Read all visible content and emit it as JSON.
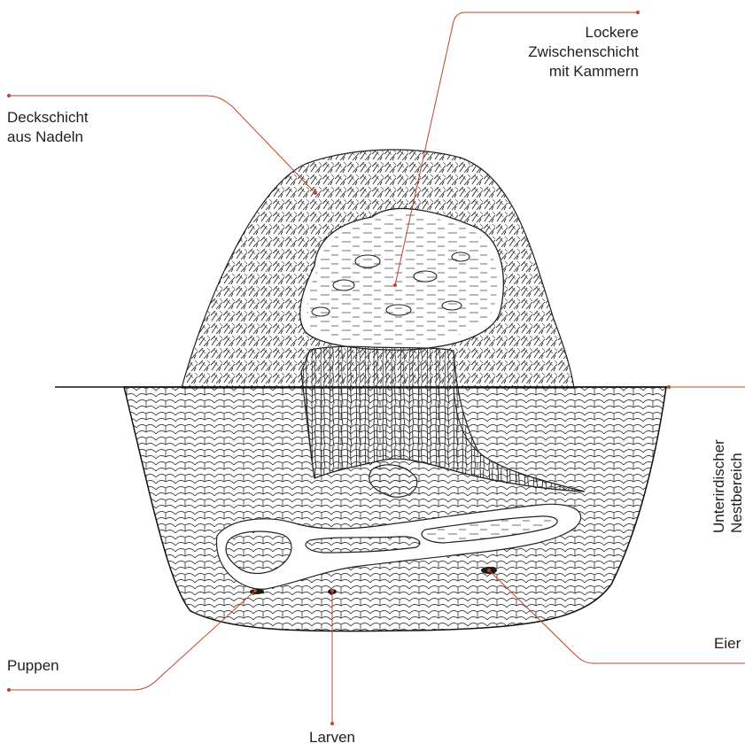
{
  "colors": {
    "leader": "#c0442a",
    "ink": "#1a1a1a"
  },
  "labels": {
    "lockere": [
      "Lockere",
      "Zwischenschicht",
      "mit Kammern"
    ],
    "deckschicht": [
      "Deckschicht",
      "aus Nadeln"
    ],
    "unterirdisch": [
      "Unterirdischer",
      "Nestbereich"
    ],
    "eier": "Eier",
    "puppen": "Puppen",
    "larven": "Larven"
  }
}
